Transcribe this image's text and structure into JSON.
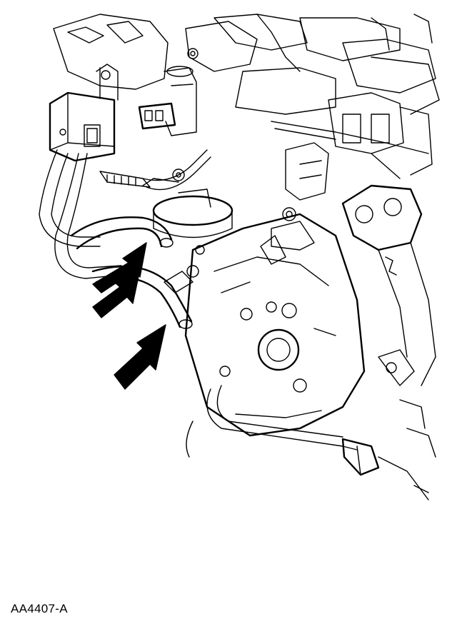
{
  "figure": {
    "id_label": "AA4407-A"
  },
  "callouts": [
    {
      "icon": "arrow-pointer-icon",
      "direction": "up-right"
    },
    {
      "icon": "arrow-pointer-icon",
      "direction": "up-right"
    },
    {
      "icon": "arrow-pointer-icon",
      "direction": "up-right"
    }
  ]
}
